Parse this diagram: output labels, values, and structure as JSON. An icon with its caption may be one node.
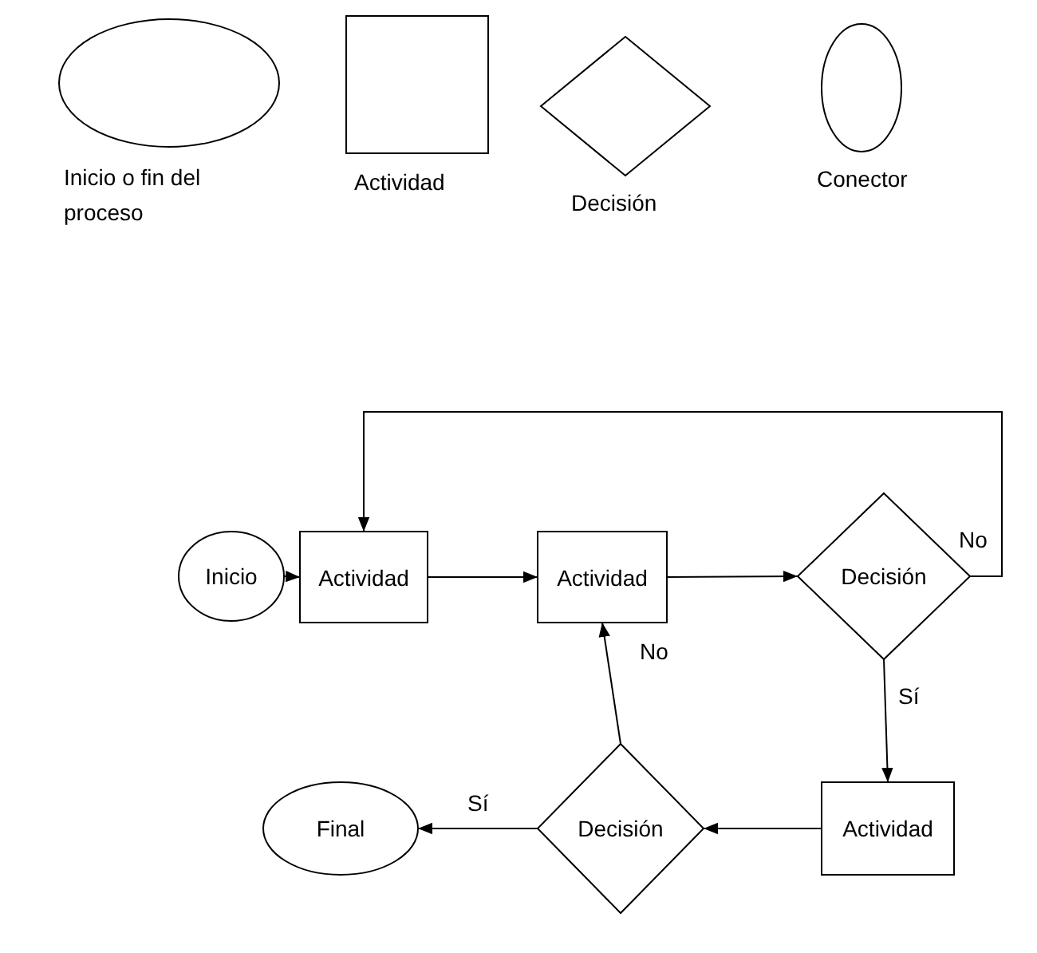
{
  "diagram": {
    "nodes": [
      {
        "text": [],
        "shape": "ellipse",
        "beside": [
          "Inicio o fin del proceso"
        ]
      },
      {
        "text": [],
        "shape": "box",
        "beside": [
          "Actividad"
        ]
      },
      {
        "text": [],
        "shape": "diamond",
        "beside": [
          "Decisión"
        ]
      },
      {
        "text": [],
        "shape": "circle",
        "beside": [
          "Conector"
        ]
      },
      {
        "text": [
          "Inicio"
        ]
      },
      {
        "text": [
          "Actividad"
        ]
      },
      {
        "text": [
          "Actividad"
        ]
      },
      {
        "text": [
          "Decisión"
        ]
      },
      {
        "text": [
          "Final"
        ]
      },
      {
        "text": [
          "Decisión"
        ]
      },
      {
        "text": [
          "Actividad"
        ]
      }
    ],
    "edges": [
      {
        "from": 4,
        "to": 5,
        "arrow": "to"
      },
      {
        "from": 5,
        "to": 6,
        "arrow": "to"
      },
      {
        "from": 6,
        "to": 7,
        "arrow": "to"
      },
      {
        "from": 7,
        "to": 5,
        "arrow": "to",
        "label": "No"
      },
      {
        "from": 7,
        "to": 10,
        "arrow": "to",
        "label": "Sí"
      },
      {
        "from": 10,
        "to": 9,
        "arrow": "to"
      },
      {
        "from": 9,
        "to": 6,
        "arrow": "to",
        "label": "No"
      },
      {
        "from": 9,
        "to": 8,
        "arrow": "to",
        "label": "Sí"
      }
    ]
  }
}
